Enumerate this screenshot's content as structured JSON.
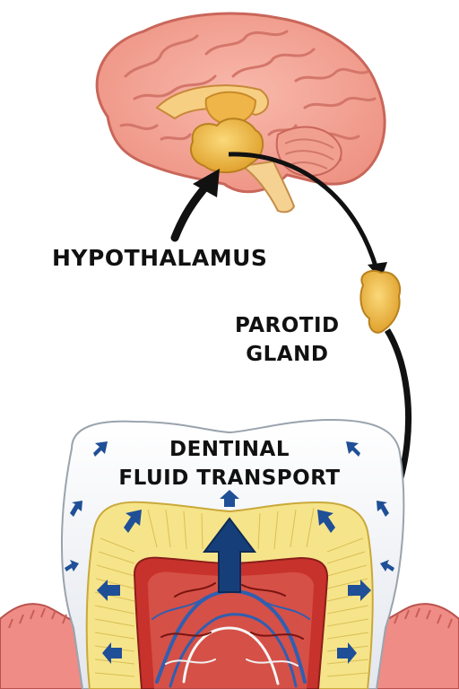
{
  "labels": {
    "hypothalamus": "HYPOTHALAMUS",
    "parotid_line1": "PAROTID",
    "parotid_line2": "GLAND",
    "dentinal_line1": "DENTINAL",
    "dentinal_line2": "FLUID TRANSPORT"
  },
  "colors": {
    "brain": "#f4a99a",
    "brain_fold": "#d9776a",
    "gland": "#f2c24b",
    "dentin": "#f6e48a",
    "enamel": "#f2f4f7",
    "pulp": "#c8322c",
    "vessel_blue": "#2f5fb0",
    "flow_arrow": "#1f4f96",
    "gum": "#ef8c86",
    "pathway_arrow": "#111111"
  },
  "icons": [
    "brain-illustration",
    "hypothalamus-gland",
    "parotid-gland",
    "tooth-cross-section",
    "flow-arrow-icon",
    "pathway-arrow"
  ]
}
